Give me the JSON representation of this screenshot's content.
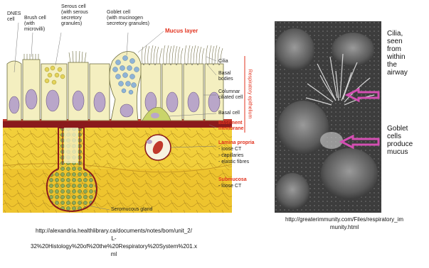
{
  "diagram": {
    "labels": {
      "dnes_cell": "DNES\ncell",
      "brush_cell": "Brush cell\n(with\nmicrovilli)",
      "serous_cell": "Serous cell\n(with serous\nsecretory\ngranules)",
      "goblet_cell": "Goblet cell\n(with mucinogen\nsecretory granules)",
      "mucus_layer": "Mucus layer",
      "cilia": "Cilia",
      "basal_bodies": "Basal\nbodies",
      "columnar_ciliated_cell": "Columnar\nciliated cell",
      "basal_cell": "Basal cell",
      "basement_membrane": "Basement\nmembrane",
      "lamina_propria": "Lamina propria",
      "loose_ct_1": "- loose CT",
      "capillaries": "- capillaries",
      "elastic_fibres": "- elastic fibres",
      "submucosa": "Submucosa",
      "loose_ct_2": "- loose CT",
      "seromucous_gland": "Seromucous gland",
      "respiratory_epithelium": "Respiratory epithelium"
    },
    "colors": {
      "cytoplasm": "#f4efc0",
      "nucleus": "#b9a6c9",
      "basement": "#8a1a1c",
      "lamina": "#f2cf3a",
      "accent_red": "#e2331f",
      "gland": "#5d7d33",
      "granule": "#8fb3d6"
    }
  },
  "micrograph": {
    "labels": {
      "cilia": "Cilia,\nseen\nfrom\nwithin\nthe\nairway",
      "goblet": "Goblet\ncells\nproduce\nmucus"
    },
    "arrow_color": "#d34fb2"
  },
  "captions": {
    "left": "http://alexandria.healthlibrary.ca/documents/notes/bom/unit_2/\nL-\n32%20Histology%20of%20the%20Respiratory%20System%201.x\nml",
    "right": "http://greaterimmunity.com/Files/respiratory_im\nmunity.html"
  }
}
